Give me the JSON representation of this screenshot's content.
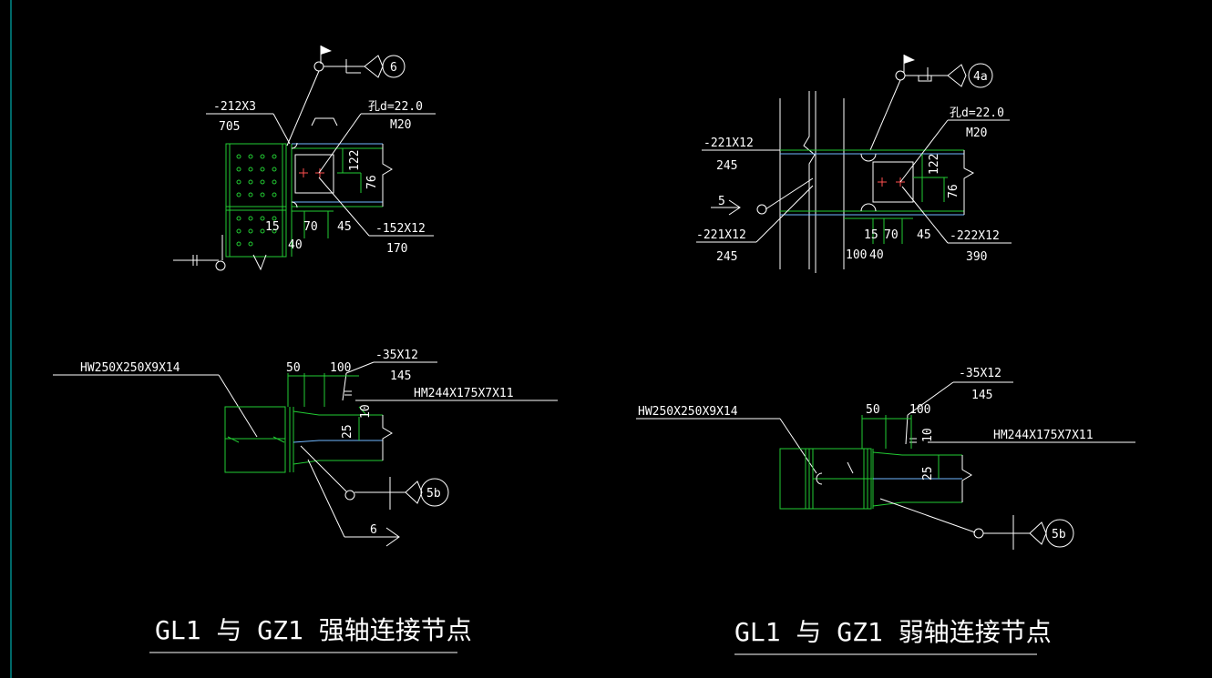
{
  "colors": {
    "background": "#000000",
    "line_white": "#ffffff",
    "line_green": "#22cc33",
    "line_blue": "#6fb7ff",
    "line_cyan": "#00d0d0",
    "mark_red": "#ff5050"
  },
  "detail_a": {
    "plate_top": "-212X3",
    "plate_top_len": "705",
    "hole": "孔d=22.0",
    "bolt": "M20",
    "plate_bot": "-152X12",
    "plate_bot_len": "170",
    "dim_122": "122",
    "dim_76": "76",
    "dim_15": "15",
    "dim_70": "70",
    "dim_45": "45",
    "dim_40": "40",
    "ref": "6"
  },
  "detail_b": {
    "plate_top": "-221X12",
    "plate_top_len": "245",
    "weld": "5",
    "plate_mid": "-221X12",
    "plate_mid_len": "245",
    "hole": "孔d=22.0",
    "bolt": "M20",
    "plate_bot": "-222X12",
    "plate_bot_len": "390",
    "dim_122": "122",
    "dim_76": "76",
    "dim_15": "15",
    "dim_70": "70",
    "dim_45": "45",
    "dim_100": "100",
    "dim_40": "40",
    "ref": "4a"
  },
  "detail_c": {
    "column": "HW250X250X9X14",
    "dim_50": "50",
    "dim_100": "100",
    "plate": "-35X12",
    "plate_len": "145",
    "beam": "HM244X175X7X11",
    "dim_25": "25",
    "dim_10": "10",
    "ref": "5b",
    "weld": "6"
  },
  "detail_d": {
    "column": "HW250X250X9X14",
    "dim_50": "50",
    "dim_100": "100",
    "plate": "-35X12",
    "plate_len": "145",
    "beam": "HM244X175X7X11",
    "dim_25": "25",
    "dim_10": "10",
    "ref": "5b"
  },
  "titles": {
    "left": "GL1 与 GZ1 强轴连接节点",
    "right": "GL1 与 GZ1 弱轴连接节点"
  }
}
